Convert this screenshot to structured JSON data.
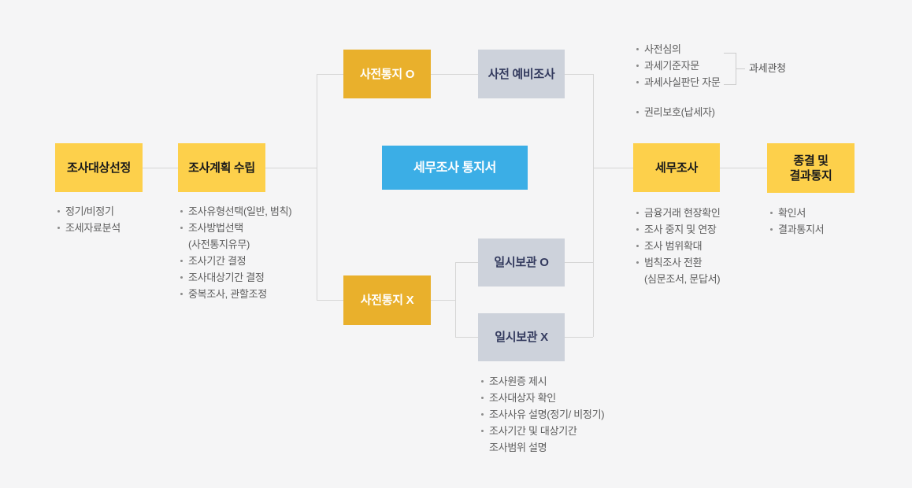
{
  "boxes": {
    "target_selection": "조사대상선정",
    "plan": "조사계획 수립",
    "prior_notice_o": "사전통지 O",
    "pre_survey": "사전 예비조사",
    "notice_doc": "세무조사 통지서",
    "prior_notice_x": "사전통지 X",
    "custody_o": "일시보관 O",
    "custody_x": "일시보관 X",
    "tax_audit": "세무조사",
    "closing_line1": "종결 및",
    "closing_line2": "결과통지"
  },
  "lists": {
    "target_selection": [
      "정기/비정기",
      "조세자료분석"
    ],
    "plan": [
      "조사유형선택(일반, 범칙)",
      "조사방법선택",
      "(사전통지유무)",
      "조사기간 결정",
      "조사대상기간 결정",
      "중복조사, 관할조정"
    ],
    "pre_review": [
      "사전심의",
      "과세기준자문",
      "과세사실판단 자문"
    ],
    "tax_office": "과세관청",
    "rights": "권리보호(납세자)",
    "tax_audit": [
      "금융거래 현장확인",
      "조사 중지 및 연장",
      "조사 범위확대",
      "범칙조사 전환",
      "(심문조서, 문답서)"
    ],
    "closing": [
      "확인서",
      "결과통지서"
    ],
    "custody_x_notes": [
      "조사원증 제시",
      "조사대상자 확인",
      "조사사유 설명(정기/ 비정기)",
      "조사기간 및 대상기간",
      "조사범위 설명"
    ]
  },
  "colors": {
    "background": "#f5f5f6",
    "node_yellow": "#fdd04b",
    "node_amber": "#e9b02c",
    "node_gray": "#cdd2db",
    "node_blue": "#3baee6",
    "connector": "#d6d6d6",
    "bullet_text": "#5d5d5d",
    "gray_node_text": "#333a5e"
  }
}
